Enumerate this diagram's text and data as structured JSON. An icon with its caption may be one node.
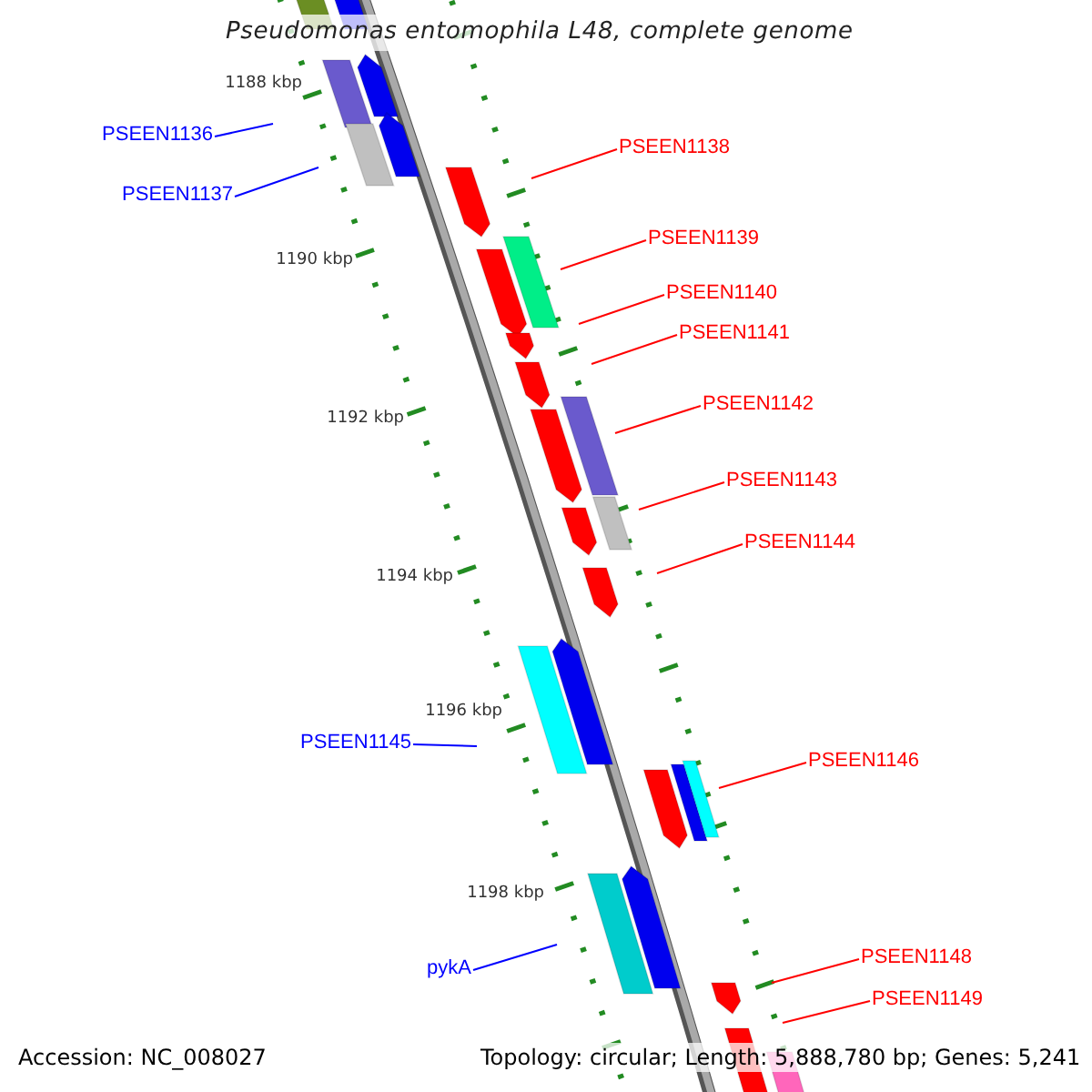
{
  "diagram": {
    "title": "Pseudomonas entomophila L48, complete genome",
    "nodes": [
      {
        "text": [
          "PSEEN1136"
        ]
      },
      {
        "text": [
          "PSEEN1137"
        ]
      },
      {
        "text": [
          "PSEEN1138"
        ]
      },
      {
        "text": [
          "PSEEN1139"
        ]
      },
      {
        "text": [
          "PSEEN1140"
        ]
      },
      {
        "text": [
          "PSEEN1141"
        ]
      },
      {
        "text": [
          "PSEEN1142"
        ]
      },
      {
        "text": [
          "PSEEN1143"
        ]
      },
      {
        "text": [
          "PSEEN1144"
        ]
      },
      {
        "text": [
          "PSEEN1145"
        ]
      },
      {
        "text": [
          "PSEEN1146"
        ]
      },
      {
        "text": [
          "pykA"
        ]
      },
      {
        "text": [
          "PSEEN1148"
        ]
      },
      {
        "text": [
          "PSEEN1149"
        ]
      }
    ],
    "edges": [
      {
        "from": 0,
        "to": null,
        "arrow": "none",
        "color": "#0000ff"
      },
      {
        "from": 1,
        "to": null,
        "arrow": "none",
        "color": "#0000ff"
      },
      {
        "from": 2,
        "to": null,
        "arrow": "none"
      },
      {
        "from": 3,
        "to": null,
        "arrow": "none"
      },
      {
        "from": 4,
        "to": null,
        "arrow": "none"
      },
      {
        "from": 5,
        "to": null,
        "arrow": "none"
      },
      {
        "from": 6,
        "to": null,
        "arrow": "none"
      },
      {
        "from": 7,
        "to": null,
        "arrow": "none"
      },
      {
        "from": 8,
        "to": null,
        "arrow": "none"
      },
      {
        "from": 9,
        "to": null,
        "arrow": "none",
        "color": "#0000ff"
      },
      {
        "from": 10,
        "to": null,
        "arrow": "none"
      },
      {
        "from": 11,
        "to": null,
        "arrow": "none",
        "color": "#0000ff"
      },
      {
        "from": 12,
        "to": null,
        "arrow": "none"
      },
      {
        "from": 13,
        "to": null,
        "arrow": "none"
      }
    ],
    "labels": [
      "1188 kbp",
      "1190 kbp",
      "1192 kbp",
      "1194 kbp",
      "1196 kbp",
      "1198 kbp",
      "Accession: NC_008027",
      "Topology: circular; Length: 5,888,780 bp; Genes: 5,241"
    ]
  }
}
